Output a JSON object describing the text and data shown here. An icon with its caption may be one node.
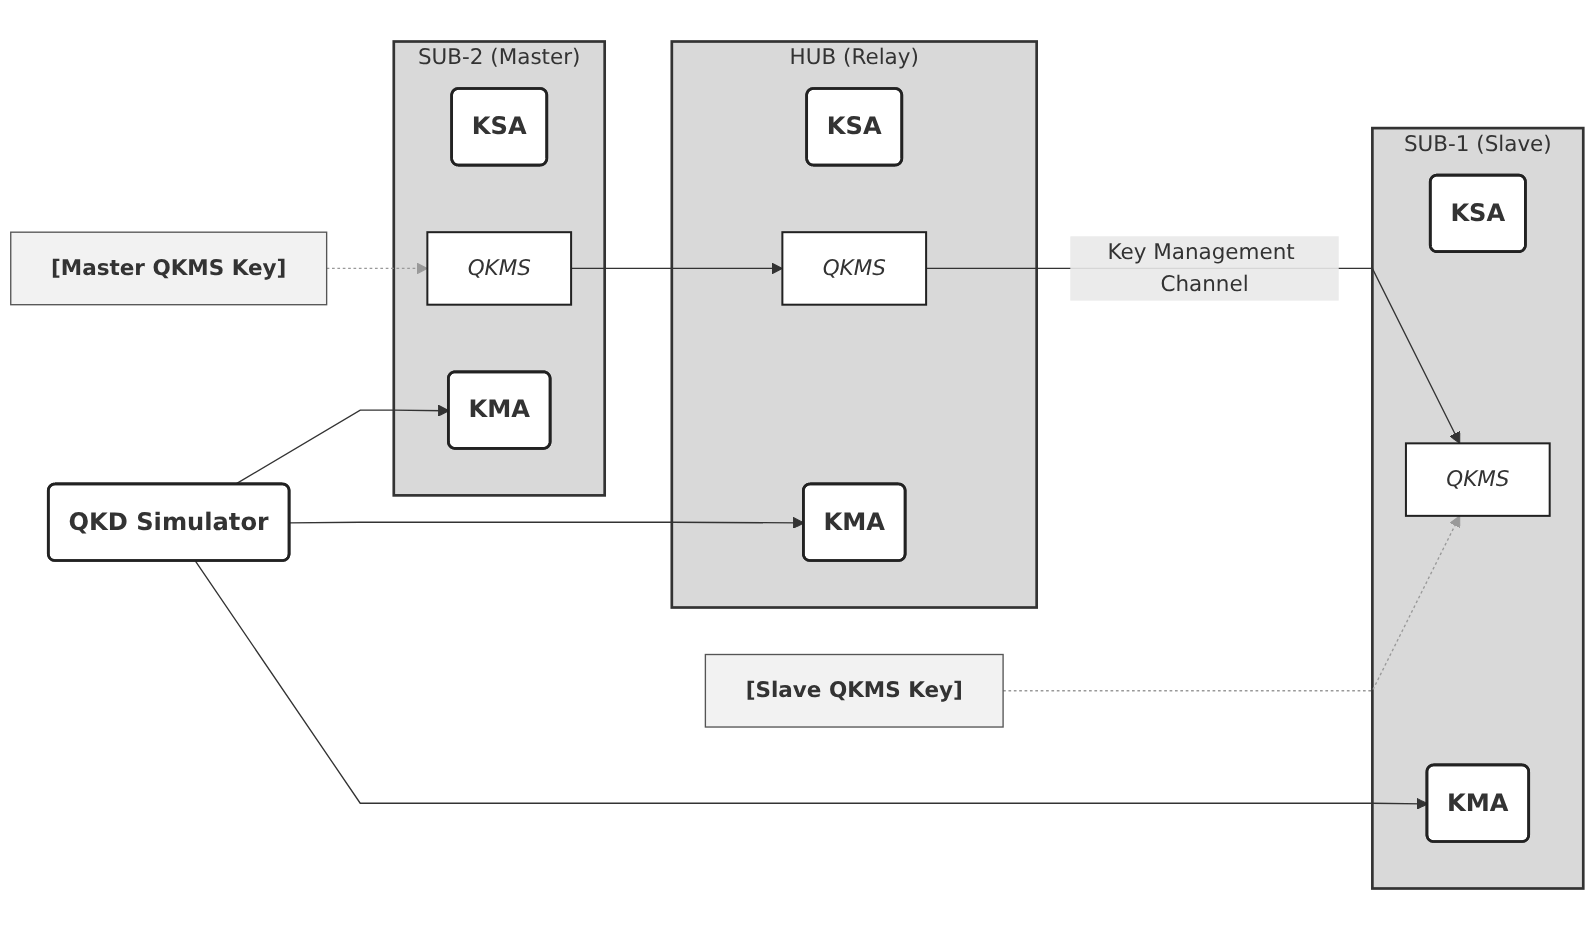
{
  "diagram": {
    "nodes": [
      {
        "text": [
          "SUB-2 (Master)"
        ]
      },
      {
        "text": [
          "KSA"
        ],
        "in": 0
      },
      {
        "text": [
          "QKMS"
        ],
        "in": 0
      },
      {
        "text": [
          "KMA"
        ],
        "in": 0
      },
      {
        "text": [
          "HUB (Relay)"
        ]
      },
      {
        "text": [
          "KSA"
        ],
        "in": 4
      },
      {
        "text": [
          "QKMS"
        ],
        "in": 4
      },
      {
        "text": [
          "KMA"
        ],
        "in": 4
      },
      {
        "text": [
          "SUB-1 (Slave)"
        ]
      },
      {
        "text": [
          "KSA"
        ],
        "in": 8
      },
      {
        "text": [
          "QKMS"
        ],
        "in": 8
      },
      {
        "text": [
          "KMA"
        ],
        "in": 8
      },
      {
        "text": [
          "QKD Simulator"
        ]
      },
      {
        "text": [
          "[Master QKMS Key]"
        ]
      },
      {
        "text": [
          "[Slave QKMS Key]"
        ]
      }
    ],
    "edges": [
      {
        "from": 2,
        "to": 6,
        "arrow": "to"
      },
      {
        "from": 6,
        "to": 10,
        "arrow": "to",
        "label": "Key Management Channel"
      },
      {
        "from": 12,
        "to": 3,
        "arrow": "to"
      },
      {
        "from": 12,
        "to": 7,
        "arrow": "to"
      },
      {
        "from": 12,
        "to": 11,
        "arrow": "to"
      },
      {
        "from": 13,
        "to": 2,
        "arrow": "to",
        "style": "dashed",
        "color": "#999999"
      },
      {
        "from": 14,
        "to": 10,
        "arrow": "to",
        "style": "dashed",
        "color": "#999999"
      }
    ]
  }
}
